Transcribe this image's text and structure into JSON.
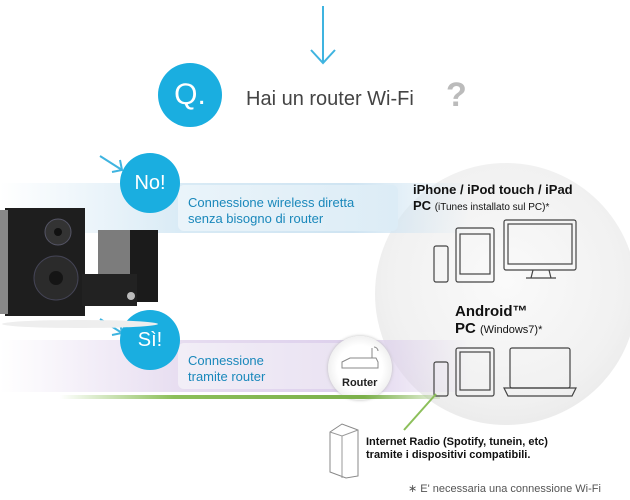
{
  "header": {
    "q_label": "Q.",
    "question": "Hai un router Wi-Fi",
    "question_mark": "?"
  },
  "no": {
    "label": "No!",
    "line1": "Connessione wireless diretta",
    "line2": "senza bisogno di router"
  },
  "si": {
    "label": "Sì!",
    "line1": "Connessione",
    "line2": "tramite router",
    "router_label": "Router"
  },
  "ios": {
    "title": "iPhone / iPod touch / iPad",
    "pc": "PC",
    "pc_note": "(iTunes installato sul PC)*"
  },
  "android": {
    "title": "Android™",
    "pc": "PC",
    "pc_note": "(Windows7)*"
  },
  "radio": {
    "line1": "Internet Radio (Spotify, tunein, etc)",
    "line2": "tramite i dispositivi compatibili."
  },
  "footnote": "∗ E' necessaria una connessione Wi-Fi",
  "colors": {
    "accent": "#1aaee0",
    "text_blue": "#1a88bb",
    "green": "#8cbf5a"
  }
}
